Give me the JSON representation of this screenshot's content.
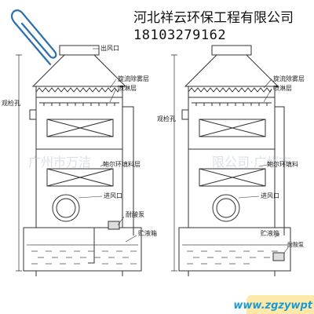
{
  "company": {
    "name": "河北祥云环保工程有限公司",
    "phone": "18103279162"
  },
  "labels": {
    "outlet": "出风口",
    "mist_eliminator": "旋流除雾层",
    "spray_layer": "喷淋层",
    "inspection_hole": "观检孔",
    "pall_ring_packing_left": "鲍尔环填料层",
    "pall_ring_packing_right": "鲍尔环填料",
    "inlet": "进风口",
    "acid_pump": "耐酸泵",
    "liquid_tank": "贮液箱"
  },
  "watermark": {
    "left": "广州市万洁",
    "right": "限公司·广州市"
  },
  "footer_url": "www.zgzywpt",
  "icons": [
    "paperclip-icon"
  ],
  "colors": {
    "outline": "#333333",
    "water": "#4a4a4a",
    "url_bg": "#ffe9a8",
    "url_text": "#1a9ad6"
  }
}
